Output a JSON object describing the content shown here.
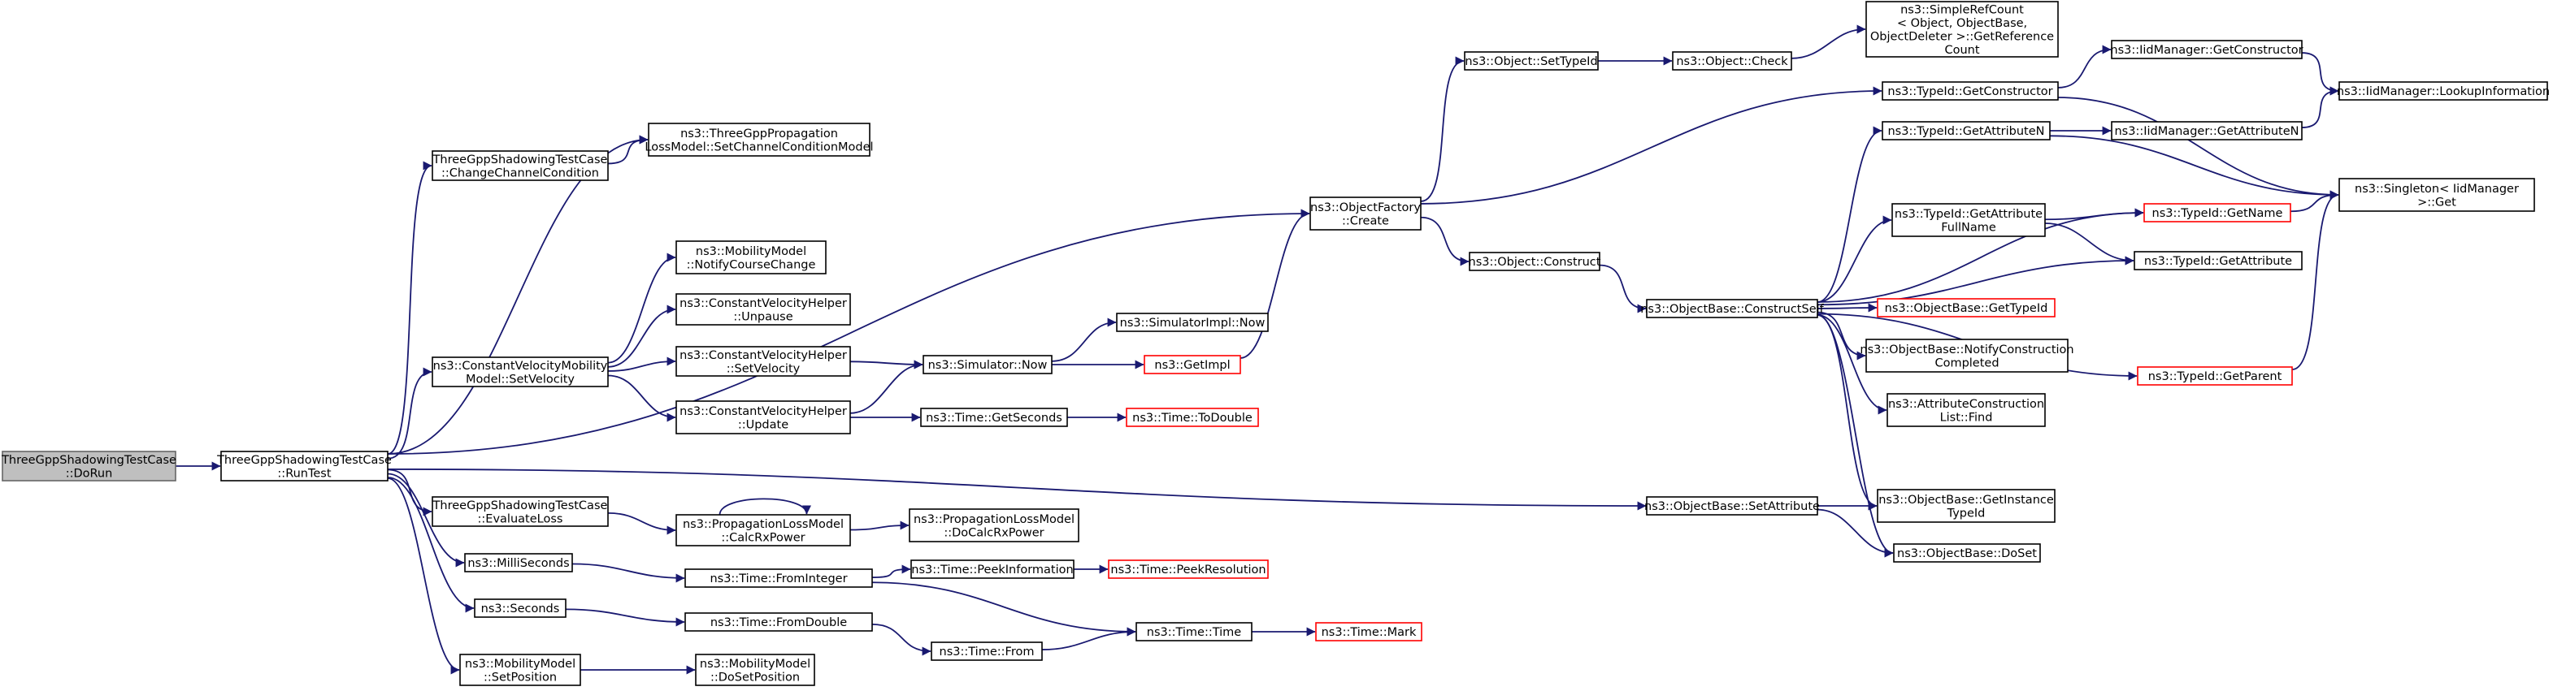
{
  "nodes": [
    {
      "id": "dorun",
      "lines": [
        "ThreeGppShadowingTestCase",
        "::DoRun"
      ],
      "style": "current"
    },
    {
      "id": "runtest",
      "lines": [
        "ThreeGppShadowingTestCase",
        "::RunTest"
      ]
    },
    {
      "id": "changecc",
      "lines": [
        "ThreeGppShadowingTestCase",
        "::ChangeChannelCondition"
      ]
    },
    {
      "id": "setccm",
      "lines": [
        "ns3::ThreeGppPropagation",
        "LossModel::SetChannelConditionModel"
      ]
    },
    {
      "id": "setvelocity",
      "lines": [
        "ns3::ConstantVelocityMobility",
        "Model::SetVelocity"
      ]
    },
    {
      "id": "notifycc",
      "lines": [
        "ns3::MobilityModel",
        "::NotifyCourseChange"
      ]
    },
    {
      "id": "unpause",
      "lines": [
        "ns3::ConstantVelocityHelper",
        "::Unpause"
      ]
    },
    {
      "id": "cvhsetvel",
      "lines": [
        "ns3::ConstantVelocityHelper",
        "::SetVelocity"
      ]
    },
    {
      "id": "cvhupdate",
      "lines": [
        "ns3::ConstantVelocityHelper",
        "::Update"
      ]
    },
    {
      "id": "evalloss",
      "lines": [
        "ThreeGppShadowingTestCase",
        "::EvaluateLoss"
      ]
    },
    {
      "id": "calcrx",
      "lines": [
        "ns3::PropagationLossModel",
        "::CalcRxPower"
      ]
    },
    {
      "id": "docalcrx",
      "lines": [
        "ns3::PropagationLossModel",
        "::DoCalcRxPower"
      ]
    },
    {
      "id": "millis",
      "lines": [
        "ns3::MilliSeconds"
      ]
    },
    {
      "id": "seconds",
      "lines": [
        "ns3::Seconds"
      ]
    },
    {
      "id": "setpos",
      "lines": [
        "ns3::MobilityModel",
        "::SetPosition"
      ]
    },
    {
      "id": "dosetpos",
      "lines": [
        "ns3::MobilityModel",
        "::DoSetPosition"
      ]
    },
    {
      "id": "simnow",
      "lines": [
        "ns3::Simulator::Now"
      ]
    },
    {
      "id": "simimplnow",
      "lines": [
        "ns3::SimulatorImpl::Now"
      ]
    },
    {
      "id": "getimpl",
      "lines": [
        "ns3::GetImpl"
      ],
      "style": "red"
    },
    {
      "id": "getseconds",
      "lines": [
        "ns3::Time::GetSeconds"
      ]
    },
    {
      "id": "todouble",
      "lines": [
        "ns3::Time::ToDouble"
      ],
      "style": "red"
    },
    {
      "id": "fromint",
      "lines": [
        "ns3::Time::FromInteger"
      ]
    },
    {
      "id": "peekinfo",
      "lines": [
        "ns3::Time::PeekInformation"
      ]
    },
    {
      "id": "peekres",
      "lines": [
        "ns3::Time::PeekResolution"
      ],
      "style": "red"
    },
    {
      "id": "fromdouble",
      "lines": [
        "ns3::Time::FromDouble"
      ]
    },
    {
      "id": "from",
      "lines": [
        "ns3::Time::From"
      ]
    },
    {
      "id": "time",
      "lines": [
        "ns3::Time::Time"
      ]
    },
    {
      "id": "mark",
      "lines": [
        "ns3::Time::Mark"
      ],
      "style": "red"
    },
    {
      "id": "ofcreate",
      "lines": [
        "ns3::ObjectFactory",
        "::Create"
      ]
    },
    {
      "id": "settypeid",
      "lines": [
        "ns3::Object::SetTypeId"
      ]
    },
    {
      "id": "check",
      "lines": [
        "ns3::Object::Check"
      ]
    },
    {
      "id": "simplerefcount",
      "lines": [
        "ns3::SimpleRefCount",
        "< Object, ObjectBase,",
        "ObjectDeleter >::GetReference",
        "Count"
      ]
    },
    {
      "id": "construct",
      "lines": [
        "ns3::Object::Construct"
      ]
    },
    {
      "id": "constructself",
      "lines": [
        "ns3::ObjectBase::ConstructSelf"
      ]
    },
    {
      "id": "setattribute",
      "lines": [
        "ns3::ObjectBase::SetAttribute"
      ]
    },
    {
      "id": "getconstructor",
      "lines": [
        "ns3::TypeId::GetConstructor"
      ]
    },
    {
      "id": "iidgetconstructor",
      "lines": [
        "ns3::IidManager::GetConstructor"
      ]
    },
    {
      "id": "lookupinfo",
      "lines": [
        "ns3::IidManager::LookupInformation"
      ]
    },
    {
      "id": "getattrn",
      "lines": [
        "ns3::TypeId::GetAttributeN"
      ]
    },
    {
      "id": "iidgetattrn",
      "lines": [
        "ns3::IidManager::GetAttributeN"
      ]
    },
    {
      "id": "singletonget",
      "lines": [
        "ns3::Singleton< IidManager",
        ">::Get"
      ]
    },
    {
      "id": "getattrfullname",
      "lines": [
        "ns3::TypeId::GetAttribute",
        "FullName"
      ]
    },
    {
      "id": "getname",
      "lines": [
        "ns3::TypeId::GetName"
      ],
      "style": "red"
    },
    {
      "id": "getattribute",
      "lines": [
        "ns3::TypeId::GetAttribute"
      ]
    },
    {
      "id": "obgettypeid",
      "lines": [
        "ns3::ObjectBase::GetTypeId"
      ],
      "style": "red"
    },
    {
      "id": "notifyconstruction",
      "lines": [
        "ns3::ObjectBase::NotifyConstruction",
        "Completed"
      ]
    },
    {
      "id": "acfind",
      "lines": [
        "ns3::AttributeConstruction",
        "List::Find"
      ]
    },
    {
      "id": "getparent",
      "lines": [
        "ns3::TypeId::GetParent"
      ],
      "style": "red"
    },
    {
      "id": "getinstancetypeid",
      "lines": [
        "ns3::ObjectBase::GetInstance",
        "TypeId"
      ]
    },
    {
      "id": "doset",
      "lines": [
        "ns3::ObjectBase::DoSet"
      ]
    }
  ],
  "edges": [
    [
      "dorun",
      "runtest"
    ],
    [
      "runtest",
      "changecc"
    ],
    [
      "runtest",
      "setccm"
    ],
    [
      "runtest",
      "ofcreate"
    ],
    [
      "runtest",
      "setvelocity"
    ],
    [
      "runtest",
      "evalloss"
    ],
    [
      "runtest",
      "millis"
    ],
    [
      "runtest",
      "seconds"
    ],
    [
      "runtest",
      "setpos"
    ],
    [
      "runtest",
      "setattribute"
    ],
    [
      "changecc",
      "setccm"
    ],
    [
      "setvelocity",
      "notifycc"
    ],
    [
      "setvelocity",
      "unpause"
    ],
    [
      "setvelocity",
      "cvhsetvel"
    ],
    [
      "setvelocity",
      "cvhupdate"
    ],
    [
      "cvhsetvel",
      "simnow"
    ],
    [
      "cvhupdate",
      "simnow"
    ],
    [
      "cvhupdate",
      "getseconds"
    ],
    [
      "simnow",
      "simimplnow"
    ],
    [
      "simnow",
      "getimpl"
    ],
    [
      "getimpl",
      "ofcreate"
    ],
    [
      "getseconds",
      "todouble"
    ],
    [
      "evalloss",
      "calcrx"
    ],
    [
      "calcrx",
      "calcrx"
    ],
    [
      "calcrx",
      "docalcrx"
    ],
    [
      "millis",
      "fromint"
    ],
    [
      "fromint",
      "peekinfo"
    ],
    [
      "fromint",
      "time"
    ],
    [
      "peekinfo",
      "peekres"
    ],
    [
      "seconds",
      "fromdouble"
    ],
    [
      "fromdouble",
      "from"
    ],
    [
      "from",
      "time"
    ],
    [
      "time",
      "mark"
    ],
    [
      "setpos",
      "dosetpos"
    ],
    [
      "ofcreate",
      "settypeid"
    ],
    [
      "ofcreate",
      "getconstructor"
    ],
    [
      "ofcreate",
      "construct"
    ],
    [
      "settypeid",
      "check"
    ],
    [
      "check",
      "simplerefcount"
    ],
    [
      "construct",
      "constructself"
    ],
    [
      "getconstructor",
      "iidgetconstructor"
    ],
    [
      "getconstructor",
      "singletonget"
    ],
    [
      "iidgetconstructor",
      "lookupinfo"
    ],
    [
      "constructself",
      "getattrn"
    ],
    [
      "constructself",
      "getname"
    ],
    [
      "constructself",
      "getattrfullname"
    ],
    [
      "constructself",
      "getattribute"
    ],
    [
      "constructself",
      "obgettypeid"
    ],
    [
      "constructself",
      "notifyconstruction"
    ],
    [
      "constructself",
      "acfind"
    ],
    [
      "constructself",
      "getparent"
    ],
    [
      "constructself",
      "getinstancetypeid"
    ],
    [
      "constructself",
      "doset"
    ],
    [
      "getattrn",
      "iidgetattrn"
    ],
    [
      "getattrn",
      "singletonget"
    ],
    [
      "iidgetattrn",
      "lookupinfo"
    ],
    [
      "getattrfullname",
      "getname"
    ],
    [
      "getattrfullname",
      "getattribute"
    ],
    [
      "getname",
      "singletonget"
    ],
    [
      "getparent",
      "singletonget"
    ],
    [
      "setattribute",
      "getinstancetypeid"
    ],
    [
      "setattribute",
      "doset"
    ]
  ]
}
